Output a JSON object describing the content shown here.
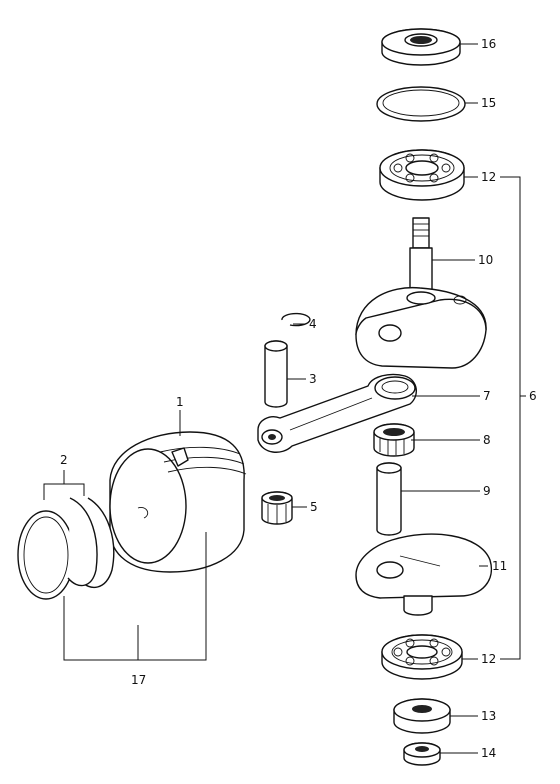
{
  "diagram": {
    "callouts": [
      {
        "id": "16",
        "text": "16"
      },
      {
        "id": "15",
        "text": "15"
      },
      {
        "id": "12a",
        "text": "12"
      },
      {
        "id": "10",
        "text": "10"
      },
      {
        "id": "4",
        "text": "4"
      },
      {
        "id": "3",
        "text": "3"
      },
      {
        "id": "7",
        "text": "7"
      },
      {
        "id": "6",
        "text": "6"
      },
      {
        "id": "1",
        "text": "1"
      },
      {
        "id": "8",
        "text": "8"
      },
      {
        "id": "2",
        "text": "2"
      },
      {
        "id": "9",
        "text": "9"
      },
      {
        "id": "5",
        "text": "5"
      },
      {
        "id": "11",
        "text": "11"
      },
      {
        "id": "17",
        "text": "17"
      },
      {
        "id": "12b",
        "text": "12"
      },
      {
        "id": "13",
        "text": "13"
      },
      {
        "id": "14",
        "text": "14"
      }
    ]
  }
}
